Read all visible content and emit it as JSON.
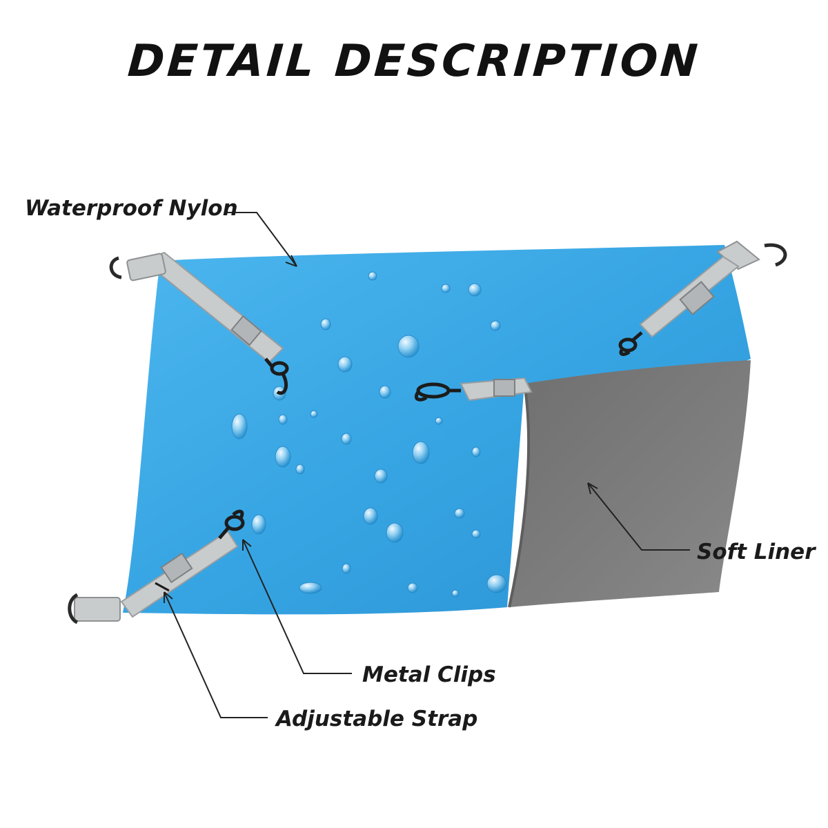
{
  "title": "DETAIL DESCRIPTION",
  "callouts": {
    "nylon": "Waterproof Nylon",
    "liner": "Soft Liner",
    "clips": "Metal Clips",
    "strap": "Adjustable Strap"
  },
  "colors": {
    "nylon_blue": "#3aa9e6",
    "liner_grey": "#7c7c7c",
    "strap_grey": "#c9cccd"
  }
}
